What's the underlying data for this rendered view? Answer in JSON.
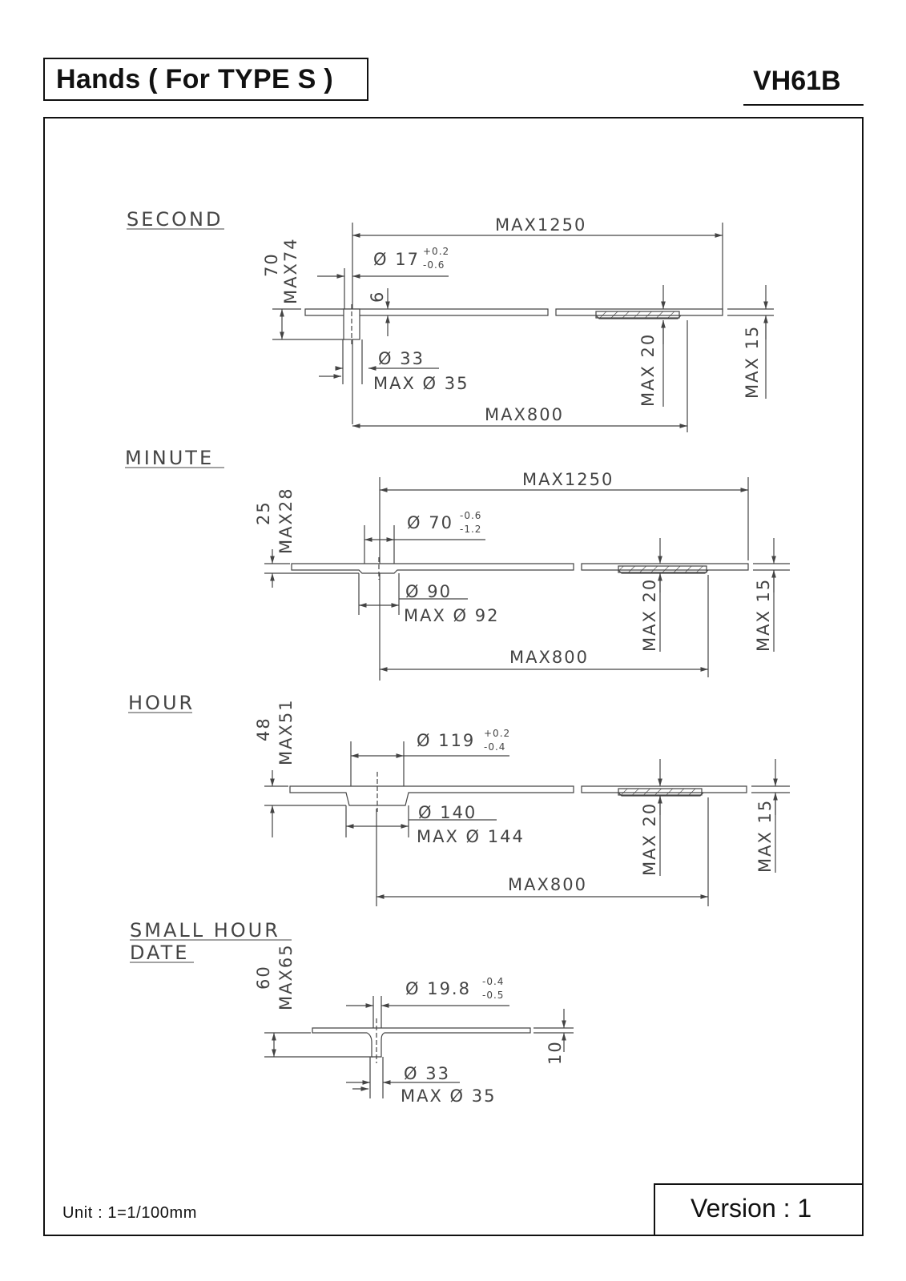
{
  "header": {
    "title": "Hands ( For TYPE S )",
    "model": "VH61B"
  },
  "footer": {
    "unit": "Unit  : 1=1/100mm",
    "version": "Version :  1"
  },
  "sections": {
    "second": {
      "name": "SECOND",
      "max_length": "MAX1250",
      "bore": "Ø  17",
      "bore_tol_upper": "+0.2",
      "bore_tol_lower": "-0.6",
      "height": "70",
      "max_height": "MAX74",
      "thickness": "6",
      "tube_dia": "Ø  33",
      "max_tube_dia": "MAX Ø 35",
      "max_800": "MAX800",
      "width_20": "MAX  20",
      "width_15": "MAX  15"
    },
    "minute": {
      "name": "MINUTE",
      "max_length": "MAX1250",
      "bore": "Ø  70",
      "bore_tol_upper": "-0.6",
      "bore_tol_lower": "-1.2",
      "height": "25",
      "max_height": "MAX28",
      "tube_dia": "Ø  90",
      "max_tube_dia": "MAX Ø 92",
      "max_800": "MAX800",
      "width_20": "MAX  20",
      "width_15": "MAX  15"
    },
    "hour": {
      "name": "HOUR",
      "bore": "Ø  119",
      "bore_tol_upper": "+0.2",
      "bore_tol_lower": "-0.4",
      "height": "48",
      "max_height": "MAX51",
      "tube_dia": "Ø  140",
      "max_tube_dia": "MAX Ø 144",
      "max_800": "MAX800",
      "width_20": "MAX  20",
      "width_15": "MAX  15"
    },
    "small_hour": {
      "name_line1": "SMALL  HOUR",
      "name_line2": "DATE",
      "bore": "Ø  19.8",
      "bore_tol_upper": "-0.4",
      "bore_tol_lower": "-0.5",
      "height": "60",
      "max_height": "MAX65",
      "thickness": "10",
      "tube_dia": "Ø  33",
      "max_tube_dia": "MAX Ø 35"
    }
  }
}
